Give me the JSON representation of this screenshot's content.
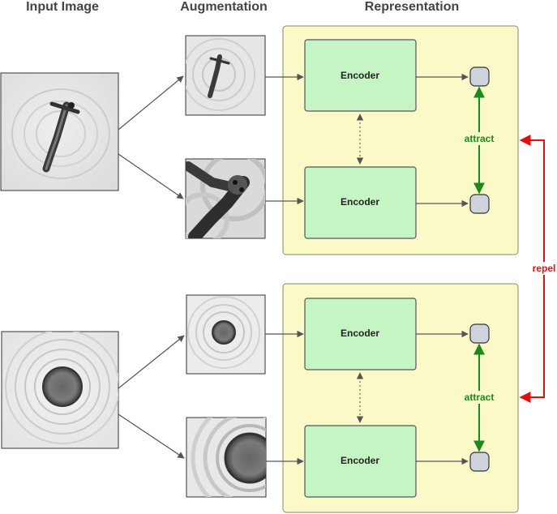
{
  "headers": {
    "input": "Input Image",
    "augmentation": "Augmentation",
    "representation": "Representation"
  },
  "encoder_label": "Encoder",
  "attract_label": "attract",
  "repel_label": "repel",
  "colors": {
    "panel_fill": "#fcf9c8",
    "panel_stroke": "#888866",
    "encoder_fill": "#c5f5c5",
    "encoder_stroke": "#555555",
    "node_fill": "#cfd3dc",
    "attract": "#1a8a1a",
    "repel": "#e01010",
    "arrow": "#555555"
  }
}
